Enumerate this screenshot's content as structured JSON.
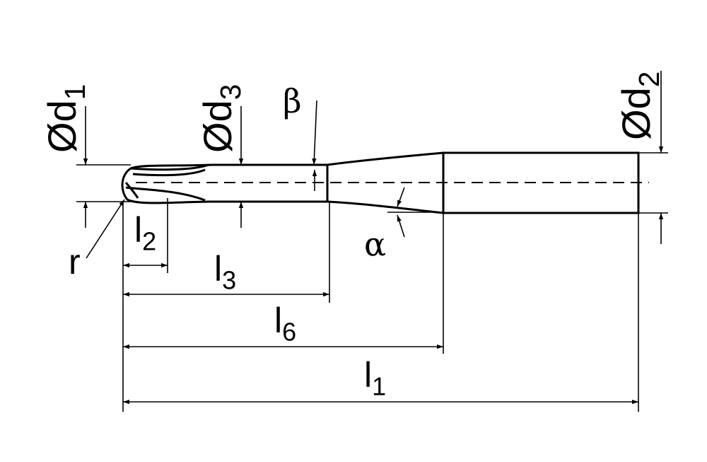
{
  "labels": {
    "d1": {
      "sym": "Ød",
      "sub": "1"
    },
    "d2": {
      "sym": "Ød",
      "sub": "2"
    },
    "d3": {
      "sym": "Ød",
      "sub": "3"
    },
    "beta": "β",
    "alpha": "α",
    "r": "r",
    "l1": {
      "sym": "l",
      "sub": "1"
    },
    "l2": {
      "sym": "l",
      "sub": "2"
    },
    "l3": {
      "sym": "l",
      "sub": "3"
    },
    "l6": {
      "sym": "l",
      "sub": "6"
    }
  },
  "colors": {
    "line": "#000000",
    "background": "#ffffff"
  }
}
